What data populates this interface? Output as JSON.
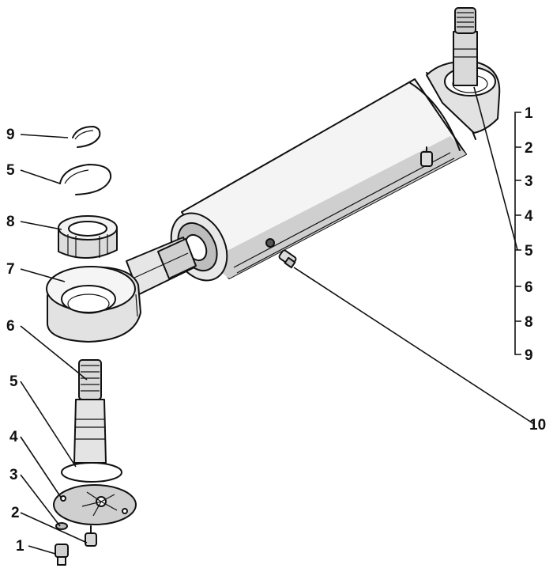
{
  "labels_left": [
    "9",
    "5",
    "8",
    "7",
    "6",
    "5",
    "4",
    "3",
    "2",
    "1"
  ],
  "labels_right": [
    "1",
    "2",
    "3",
    "4",
    "5",
    "6",
    "8",
    "9"
  ],
  "label_10": "10"
}
